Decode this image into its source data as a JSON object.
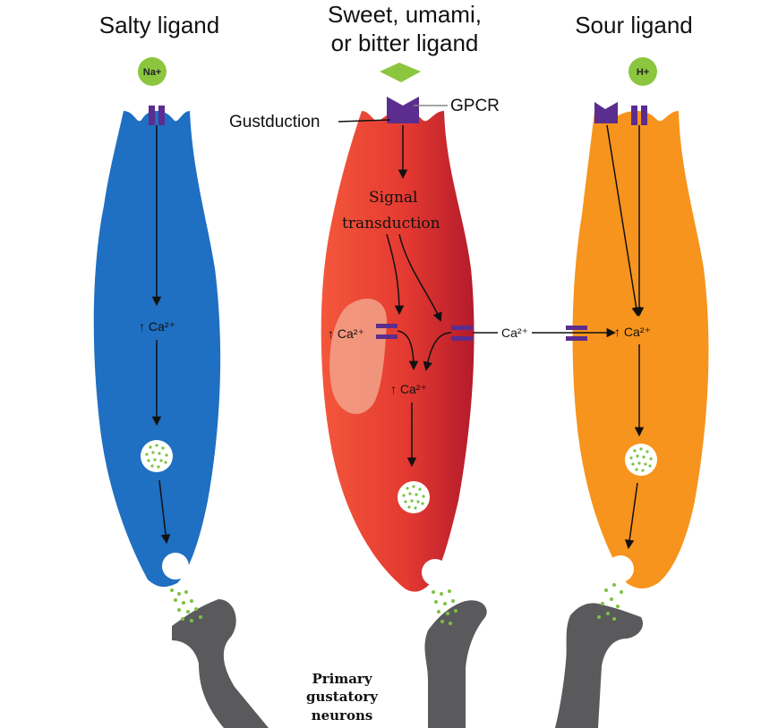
{
  "titles": {
    "salty": "Salty ligand",
    "sweet_line1": "Sweet, umami,",
    "sweet_line2": "or bitter ligand",
    "sour": "Sour ligand"
  },
  "ions": {
    "sodium": "Na+",
    "hydrogen": "H+"
  },
  "labels": {
    "gpcr": "GPCR",
    "gustduction": "Gustduction",
    "signal_line1": "Signal",
    "signal_line2": "transduction",
    "ca_rise": "↑ Ca²⁺",
    "ca_ion": "Ca²⁺",
    "neurons_line1": "Primary",
    "neurons_line2": "gustatory",
    "neurons_line3": "neurons"
  },
  "colors": {
    "salty_cell": "#1f6fc2",
    "sweet_cell_light": "#f2523a",
    "sweet_cell_dark": "#b81c2b",
    "sour_cell": "#f7941d",
    "receptor": "#5b2d8e",
    "ligand_green": "#8cc63f",
    "neuron_gray": "#5a5a5c",
    "vesicle_dots": "#7cc242"
  }
}
